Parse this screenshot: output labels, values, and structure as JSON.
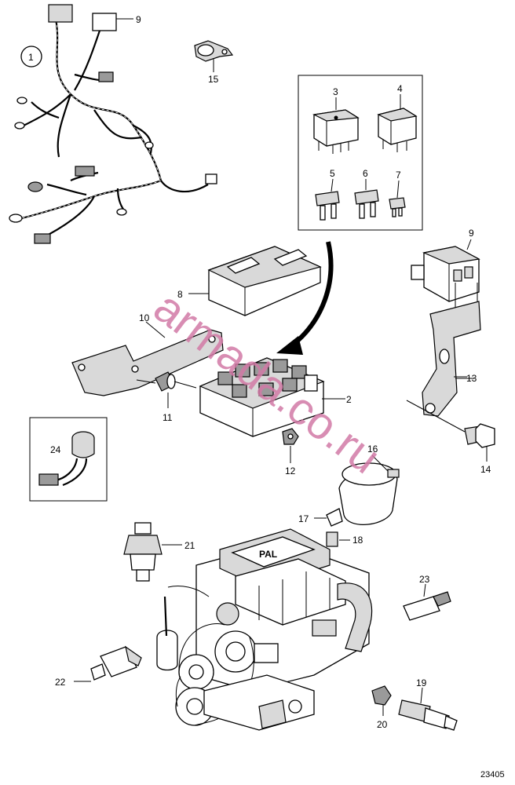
{
  "labels": {
    "n1": "1",
    "n2": "2",
    "n3": "3",
    "n4": "4",
    "n5": "5",
    "n6": "6",
    "n7": "7",
    "n8": "8",
    "n9a": "9",
    "n9b": "9",
    "n10": "10",
    "n11": "11",
    "n12": "12",
    "n13": "13",
    "n14": "14",
    "n15": "15",
    "n16": "16",
    "n17": "17",
    "n18": "18",
    "n19": "19",
    "n20": "20",
    "n21": "21",
    "n22": "22",
    "n23": "23",
    "n24": "24"
  },
  "watermark": "armada.co.ru",
  "doc_number": "23405",
  "engine_badge": "PAL"
}
